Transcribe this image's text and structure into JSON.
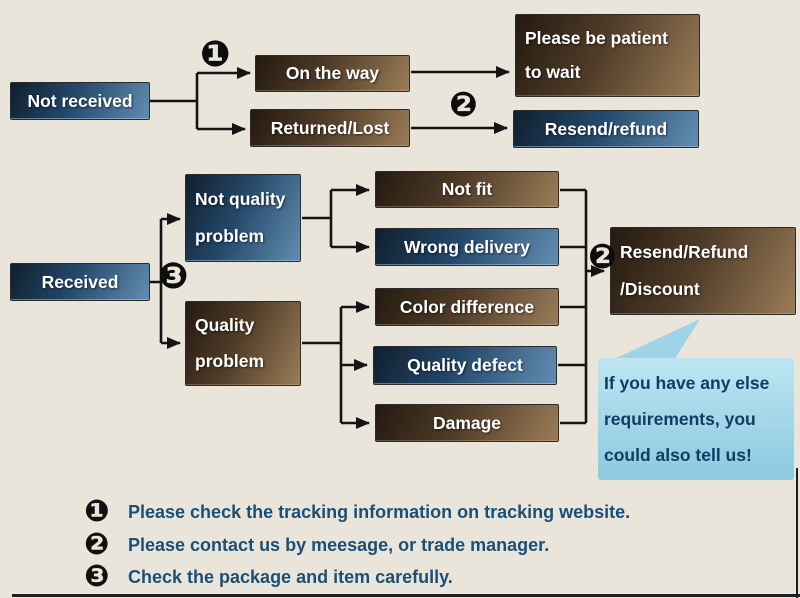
{
  "colors": {
    "background": "#e9e5da",
    "blue_node": "#2a4f72",
    "brown_node": "#5a452e",
    "bubble": "#9fd4e8",
    "legend_text": "#1b5076",
    "connector": "#141414"
  },
  "nodes": {
    "not_received": "Not received",
    "on_the_way": "On the way",
    "be_patient_line1": "Please be patient",
    "be_patient_line2": "to wait",
    "returned_lost": "Returned/Lost",
    "resend_refund": "Resend/refund",
    "received": "Received",
    "not_quality_line1": "Not quality",
    "not_quality_line2": "problem",
    "quality_line1": "Quality",
    "quality_line2": "problem",
    "not_fit": "Not fit",
    "wrong_delivery": "Wrong delivery",
    "color_difference": "Color difference",
    "quality_defect": "Quality defect",
    "damage": "Damage",
    "resend_refund_discount_line1": "Resend/Refund",
    "resend_refund_discount_line2": "/Discount"
  },
  "markers": {
    "step1": "❶",
    "step2_top": "❷",
    "step3": "❸",
    "step2_right": "❷"
  },
  "bubble": {
    "line1": "If you have any else",
    "line2": "requirements, you",
    "line3": "could also tell us!"
  },
  "legend": {
    "item1_num": "❶",
    "item1_text": "Please check the tracking information on tracking website.",
    "item2_num": "❷",
    "item2_text": "Please contact us by meesage, or trade manager.",
    "item3_num": "❸",
    "item3_text": "Check the package and item carefully."
  }
}
